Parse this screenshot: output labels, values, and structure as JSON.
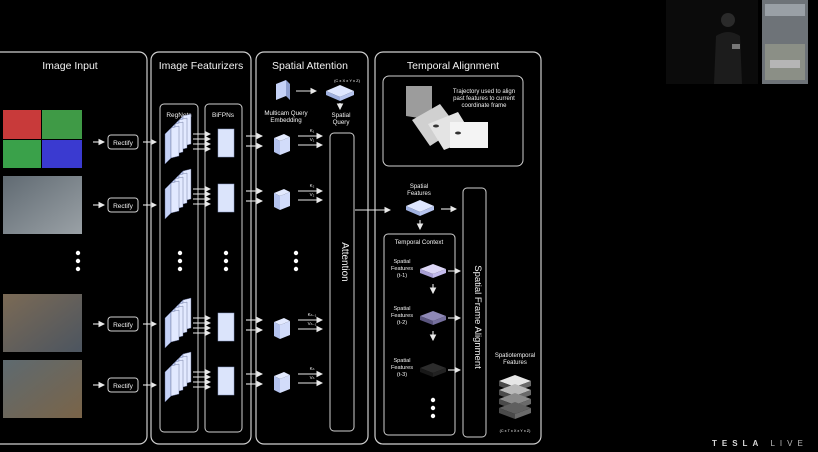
{
  "panels": {
    "image_input": "Image Input",
    "image_featurizers": "Image Featurizers",
    "spatial_attention": "Spatial Attention",
    "temporal_alignment": "Temporal Alignment"
  },
  "rectify_label": "Rectify",
  "regnets_label": "RegNets",
  "bifpns_label": "BiFPNs",
  "multicam_query_label": [
    "Multicam Query",
    "Embedding"
  ],
  "spatial_query_label": [
    "Spatial",
    "Query"
  ],
  "spatial_query_dims": "(C x X x Y x Z)",
  "key_labels": [
    "K₁",
    "V₁",
    "K₂",
    "V₂",
    "Kₙ₋₁",
    "Vₙ₋₁",
    "Kₙ",
    "Vₙ"
  ],
  "attention_label": "Attention",
  "trajectory_text": [
    "Trajectory used to align",
    "past features to current",
    "coordinate frame"
  ],
  "spatial_features_label": [
    "Spatial",
    "Features"
  ],
  "temporal_context_label": "Temporal Context",
  "context_items": [
    [
      "Spatial",
      "Features",
      "(t-1)"
    ],
    [
      "Spatial",
      "Features",
      "(t-2)"
    ],
    [
      "Spatial",
      "Features",
      "(t-3)"
    ]
  ],
  "spatial_frame_alignment_label": "Spatial Frame Alignment",
  "spatiotemporal_label": [
    "Spatiotemporal",
    "Features"
  ],
  "spatiotemporal_dims": "(C x T x X x Y x Z)",
  "logo": {
    "brand": "TESLA",
    "suffix": "LIVE"
  },
  "colors": {
    "background": "#000000",
    "panel_stroke": "#cfcfcf",
    "cube": "#c5d2f7",
    "arrow": "#e8e8e8"
  }
}
